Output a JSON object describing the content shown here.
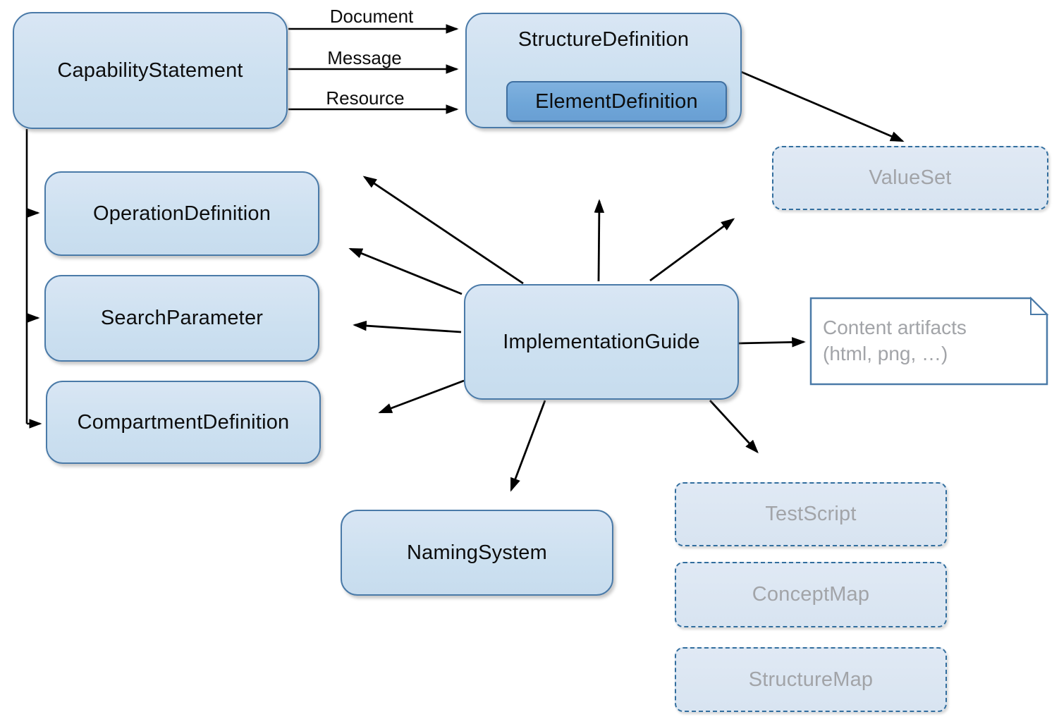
{
  "diagram_title": "",
  "colors": {
    "background": "#ffffff",
    "node_fill": "#cfe0f1",
    "node_border": "#4a7aa8",
    "inner_node_fill": "#73a7d8",
    "inner_node_border": "#3f6fa0",
    "dashed_fill": "#dce6f2",
    "dashed_border": "#326e9e",
    "muted_text": "#a2a4a8",
    "text": "#0d0d0d",
    "arrow": "#000000"
  },
  "nodes": {
    "capability_statement": {
      "label": "CapabilityStatement",
      "style": "solid"
    },
    "structure_definition": {
      "label": "StructureDefinition",
      "style": "solid"
    },
    "element_definition": {
      "label": "ElementDefinition",
      "style": "inner"
    },
    "value_set": {
      "label": "ValueSet",
      "style": "dashed"
    },
    "operation_definition": {
      "label": "OperationDefinition",
      "style": "solid"
    },
    "search_parameter": {
      "label": "SearchParameter",
      "style": "solid"
    },
    "compartment_definition": {
      "label": "CompartmentDefinition",
      "style": "solid"
    },
    "implementation_guide": {
      "label": "ImplementationGuide",
      "style": "solid"
    },
    "content_artifacts": {
      "label": "Content artifacts",
      "sublabel": "(html, png, …)",
      "style": "note"
    },
    "naming_system": {
      "label": "NamingSystem",
      "style": "solid"
    },
    "test_script": {
      "label": "TestScript",
      "style": "dashed"
    },
    "concept_map": {
      "label": "ConceptMap",
      "style": "dashed"
    },
    "structure_map": {
      "label": "StructureMap",
      "style": "dashed"
    }
  },
  "edge_labels": {
    "document": "Document",
    "message": "Message",
    "resource": "Resource"
  },
  "edges": [
    {
      "from": "capability_statement",
      "to": "structure_definition",
      "label": "Document"
    },
    {
      "from": "capability_statement",
      "to": "structure_definition",
      "label": "Message"
    },
    {
      "from": "capability_statement",
      "to": "structure_definition",
      "label": "Resource"
    },
    {
      "from": "capability_statement",
      "to": "operation_definition"
    },
    {
      "from": "capability_statement",
      "to": "search_parameter"
    },
    {
      "from": "capability_statement",
      "to": "compartment_definition"
    },
    {
      "from": "structure_definition",
      "to": "value_set"
    },
    {
      "from": "implementation_guide",
      "to": "content_artifacts"
    },
    {
      "from": "implementation_guide",
      "to": "naming_system"
    },
    {
      "from": "implementation_guide",
      "to": "test_script"
    },
    {
      "from": "implementation_guide",
      "to": "upper-left"
    },
    {
      "from": "implementation_guide",
      "to": "left"
    },
    {
      "from": "implementation_guide",
      "to": "lower-left"
    },
    {
      "from": "implementation_guide",
      "to": "up"
    },
    {
      "from": "implementation_guide",
      "to": "upper-right"
    }
  ]
}
